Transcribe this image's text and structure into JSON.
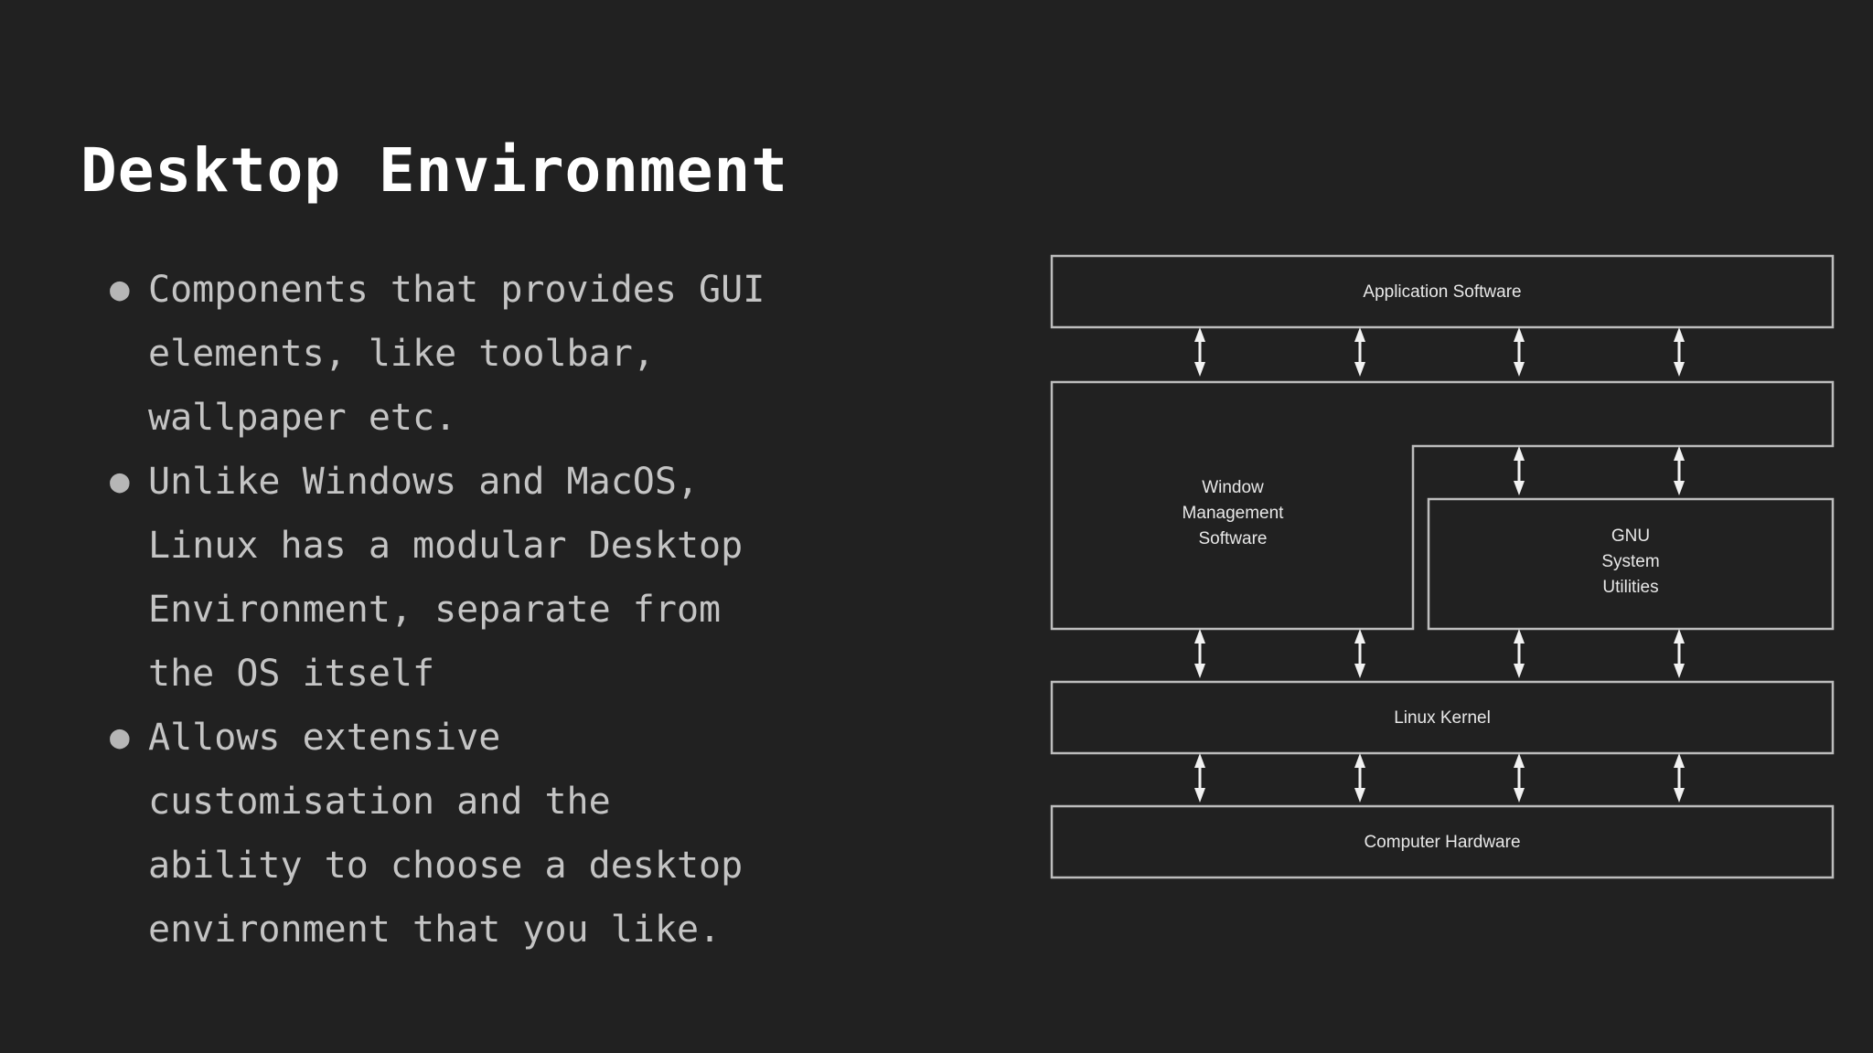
{
  "slide": {
    "title": "Desktop Environment",
    "background_color": "#212121",
    "title_color": "#ffffff",
    "body_text_color": "#c4c4c4",
    "bullet_marker": "●",
    "bullets": [
      "Components that provides GUI\nelements, like toolbar,\nwallpaper etc.",
      "Unlike Windows and MacOS,\nLinux has a modular Desktop\nEnvironment, separate from\nthe OS itself",
      "Allows extensive\ncustomisation and the\nability to choose a desktop\nenvironment that you like."
    ]
  },
  "diagram": {
    "name": "linux-architecture-stack-diagram",
    "stroke_color": "#bdbdbd",
    "arrow_color": "#f2f2f2",
    "label_color": "#e8e8e8",
    "boxes": [
      {
        "id": "application-software",
        "label": "Application Software"
      },
      {
        "id": "window-management-software",
        "label": "Window\nManagement\nSoftware",
        "label_lines": [
          "Window",
          "Management",
          "Software"
        ]
      },
      {
        "id": "gnu-system-utilities",
        "label": "GNU\nSystem\nUtilities",
        "label_lines": [
          "GNU",
          "System",
          "Utilities"
        ]
      },
      {
        "id": "linux-kernel",
        "label": "Linux Kernel"
      },
      {
        "id": "computer-hardware",
        "label": "Computer Hardware"
      }
    ],
    "connector_count": {
      "app_to_wms": 4,
      "wms_to_gnu": 2,
      "to_kernel": 4,
      "kernel_to_hardware": 4
    },
    "connector_style": "double-headed-vertical-arrow"
  }
}
